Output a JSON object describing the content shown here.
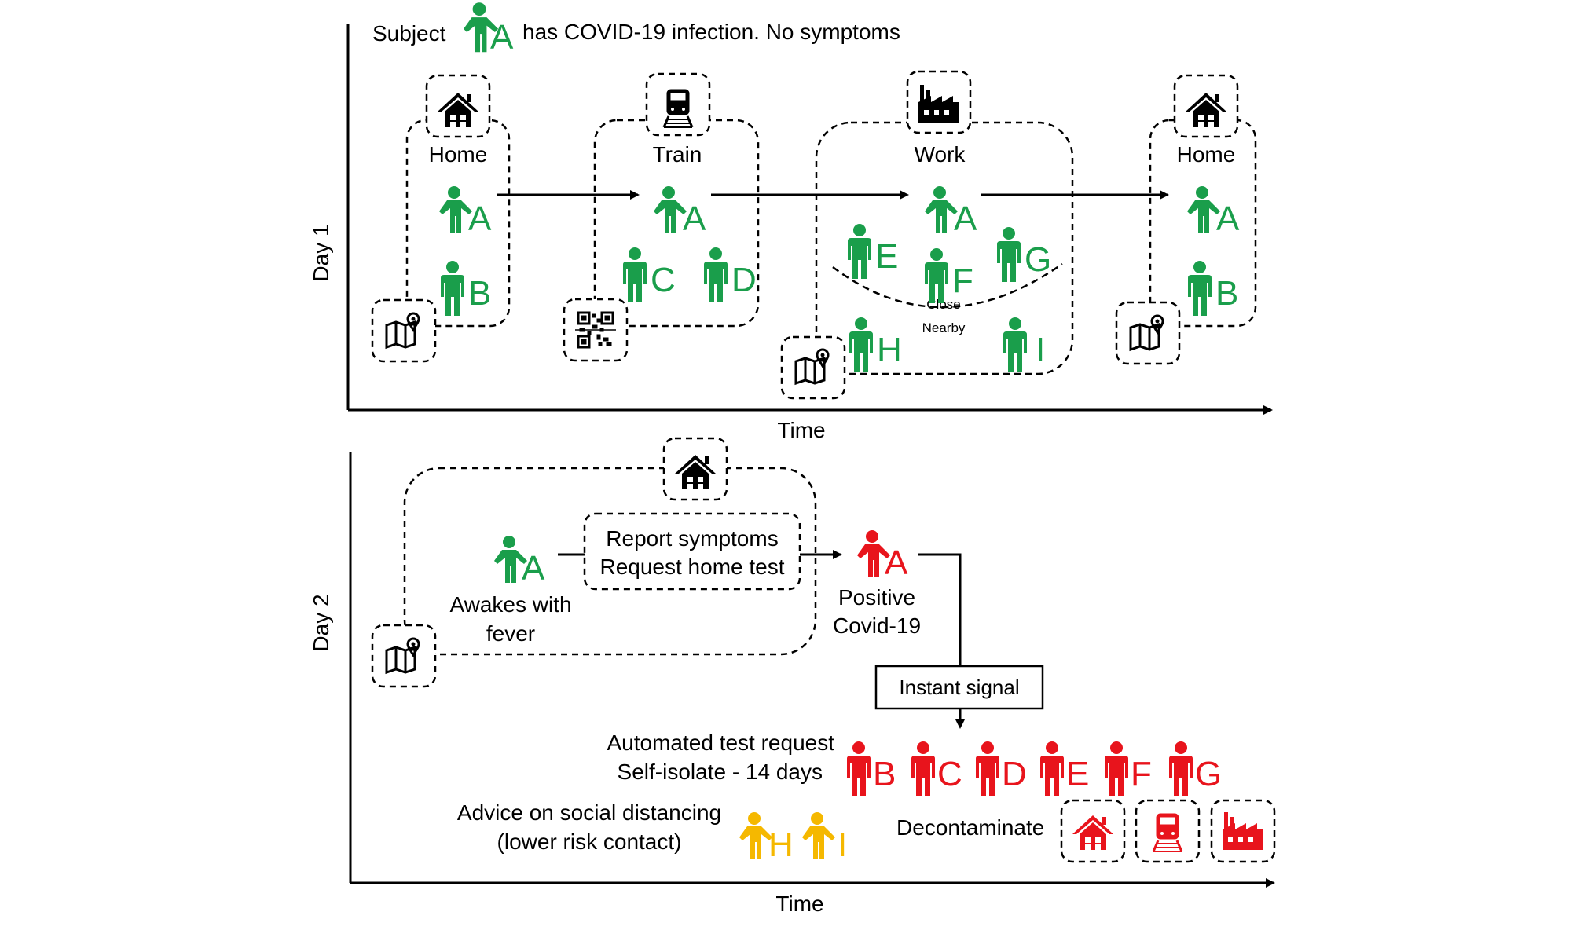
{
  "header": {
    "subject_prefix": "Subject",
    "subject_letter": "A",
    "subject_suffix": "has COVID-19 infection. No symptoms"
  },
  "colors": {
    "healthy": "#1a9e4b",
    "positive": "#e8141c",
    "low_risk": "#f5b800",
    "ink": "#000000"
  },
  "day1": {
    "axis_label": "Day 1",
    "time_label": "Time",
    "locations": [
      {
        "label": "Home",
        "icon": "house-icon",
        "tag_icon": "map-pin-icon"
      },
      {
        "label": "Train",
        "icon": "train-icon",
        "tag_icon": "qr-code-icon"
      },
      {
        "label": "Work",
        "icon": "factory-icon",
        "tag_icon": "map-pin-icon"
      },
      {
        "label": "Home",
        "icon": "house-icon",
        "tag_icon": "map-pin-icon"
      }
    ],
    "people": {
      "home1": [
        "A",
        "B"
      ],
      "train": [
        "A",
        "C",
        "D"
      ],
      "work": [
        "A",
        "E",
        "F",
        "G",
        "H",
        "I"
      ],
      "home2": [
        "A",
        "B"
      ]
    },
    "close_label": "Close",
    "nearby_label": "Nearby"
  },
  "day2": {
    "axis_label": "Day 2",
    "time_label": "Time",
    "home_icon": "house-icon",
    "home_tag_icon": "map-pin-icon",
    "subject": "A",
    "awakes_line1": "Awakes with",
    "awakes_line2": "fever",
    "report_line1": "Report symptoms",
    "report_line2": "Request home test",
    "positive_line1": "Positive",
    "positive_line2": "Covid-19",
    "instant_signal": "Instant signal",
    "automated_line1": "Automated test request",
    "automated_line2": "Self-isolate - 14 days",
    "high_risk": [
      "B",
      "C",
      "D",
      "E",
      "F",
      "G"
    ],
    "advice_line1": "Advice on social distancing",
    "advice_line2": "(lower risk contact)",
    "low_risk": [
      "H",
      "I"
    ],
    "decontaminate": "Decontaminate",
    "decontaminate_icons": [
      "house-icon",
      "train-icon",
      "factory-icon"
    ]
  }
}
